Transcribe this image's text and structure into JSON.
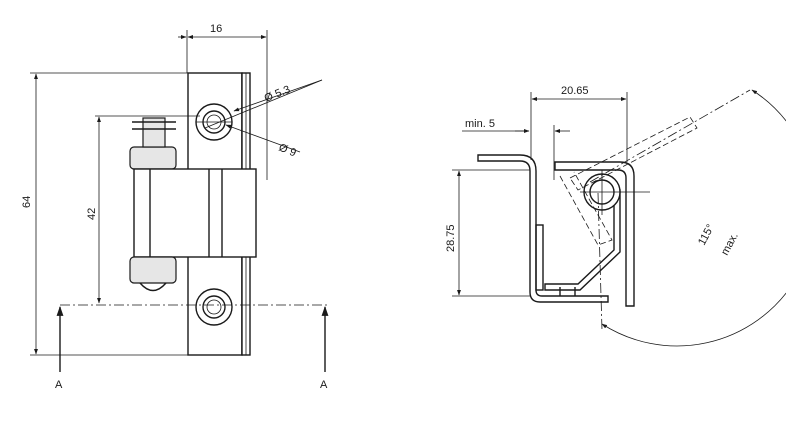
{
  "front_view": {
    "dim_width": "16",
    "dim_height": "64",
    "dim_hole_pitch": "42",
    "dim_bore_small": "Ø 5.3",
    "dim_bore_large": "Ø 9",
    "section_marker_left": "A",
    "section_marker_right": "A"
  },
  "side_view": {
    "dim_offset": "20.65",
    "dim_min": "min. 5",
    "dim_height": "28.75",
    "opening_angle": "115°",
    "opening_angle_note": "max."
  },
  "colors": {
    "line": "#1a1a1a",
    "fill": "#e6e6e6",
    "background": "#ffffff"
  }
}
